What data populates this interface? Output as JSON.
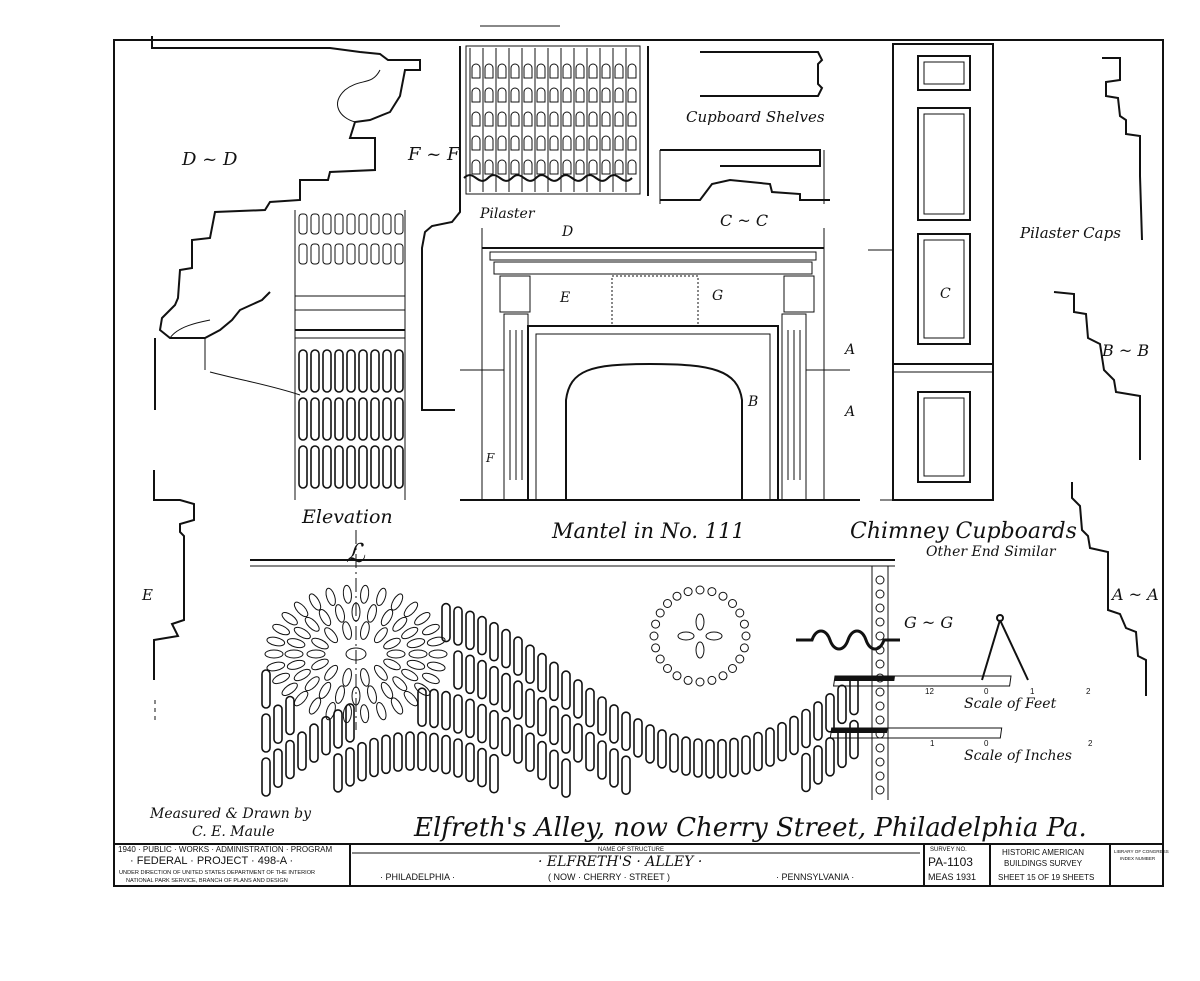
{
  "labels": {
    "dd": "D ~ D",
    "ff": "F ~ F",
    "pilaster": "Pilaster",
    "cupboard_shelves": "Cupboard Shelves",
    "cc": "C ~ C",
    "pilaster_caps": "Pilaster Caps",
    "bb": "B ~ B",
    "aa": "A ~ A",
    "gg": "G ~ G",
    "e_left": "E",
    "elevation": "Elevation",
    "centerline": "ℒ",
    "mantel": "Mantel in No. 111",
    "chimney_cupboards": "Chimney Cupboards",
    "other_end": "Other End Similar",
    "scale_feet": "Scale of Feet",
    "scale_inches": "Scale of Inches",
    "mantel_d": "D",
    "mantel_e": "E",
    "mantel_g": "G",
    "mantel_b": "B",
    "mantel_f": "F",
    "mantel_a1": "A",
    "mantel_a2": "A",
    "cupboard_c": "C",
    "feet_12": "12",
    "feet_0": "0",
    "feet_1": "1",
    "feet_2": "2",
    "inch_1": "1",
    "inch_0": "0",
    "inch_2": "2"
  },
  "footer": {
    "measured_by": "Measured & Drawn by",
    "drawer": "C. E. Maule",
    "main_title": "Elfreth's Alley, now Cherry Street, Philadelphia Pa.",
    "program_year": "1940 · PUBLIC · WORKS · ADMINISTRATION · PROGRAM",
    "federal_project": "· FEDERAL · PROJECT · 498-A ·",
    "direction": "UNDER DIRECTION OF UNITED STATES DEPARTMENT OF THE INTERIOR",
    "nps": "NATIONAL PARK SERVICE, BRANCH OF PLANS AND DESIGN",
    "name_of_structure_label": "NAME OF STRUCTURE",
    "structure_name": "· ELFRETH'S · ALLEY ·",
    "structure_sub": "( NOW · CHERRY · STREET )",
    "city": "· PHILADELPHIA ·",
    "state": "· PENNSYLVANIA ·",
    "survey_no_label": "SURVEY NO.",
    "survey_no": "PA-1103",
    "meas": "MEAS 1931",
    "habs_line1": "HISTORIC AMERICAN",
    "habs_line2": "BUILDINGS SURVEY",
    "sheet_info": "SHEET 15 OF 19 SHEETS",
    "loc_line1": "LIBRARY OF CONGRESS",
    "loc_line2": "INDEX NUMBER"
  }
}
